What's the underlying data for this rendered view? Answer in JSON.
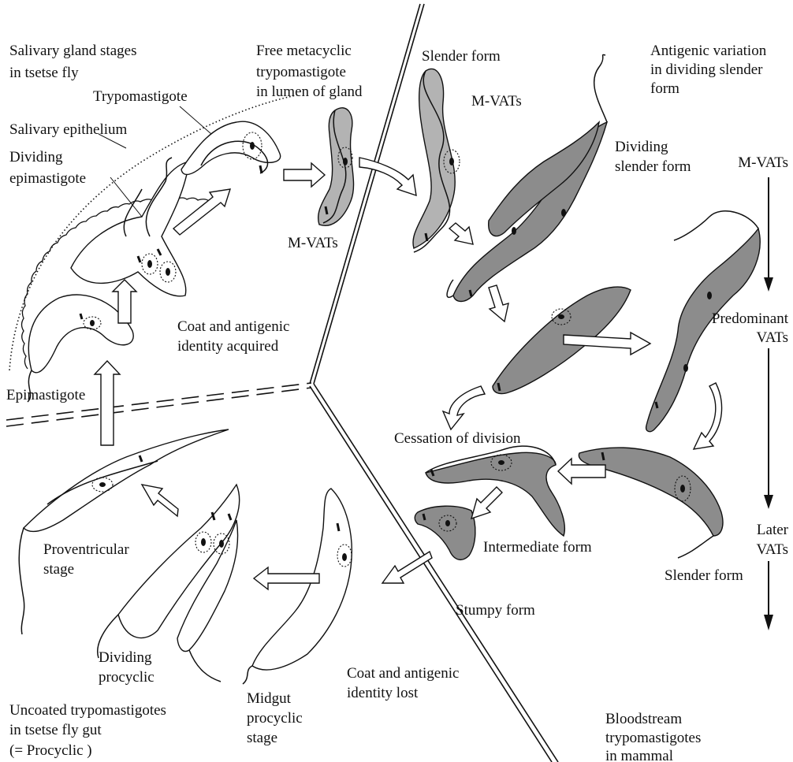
{
  "labels": {
    "salivary_stages": [
      "Salivary gland stages",
      "in tsetse fly"
    ],
    "trypomastigote": "Trypomastigote",
    "salivary_epithelium": "Salivary epithelium",
    "dividing_epimastigote": [
      "Dividing",
      "epimastigote"
    ],
    "free_metacyclic": [
      "Free metacyclic",
      "trypomastigote",
      "in lumen of gland"
    ],
    "m_vats_left": "M-VATs",
    "coat_acquired": [
      "Coat and antigenic",
      "identity acquired"
    ],
    "epimastigote": "Epimastigote",
    "proventricular": [
      "Proventricular",
      "stage"
    ],
    "dividing_procyclic": [
      "Dividing",
      "procyclic"
    ],
    "midgut_procyclic": [
      "Midgut",
      "procyclic",
      "stage"
    ],
    "coat_lost": [
      "Coat and antigenic",
      "identity lost"
    ],
    "uncoated": [
      "Uncoated trypomastigotes",
      "in tsetse fly gut",
      "(= Procyclic )"
    ],
    "slender_form_top": "Slender form",
    "m_vats_center": "M-VATs",
    "antigenic_variation": [
      "Antigenic variation",
      "in dividing slender",
      "form"
    ],
    "dividing_slender": [
      "Dividing",
      "slender form"
    ],
    "m_vats_axis": "M-VATs",
    "predominant": [
      "Predominant",
      "VATs"
    ],
    "later": [
      "Later",
      "VATs"
    ],
    "cessation": "Cessation of division",
    "intermediate": "Intermediate form",
    "slender_form_bottom": "Slender form",
    "stumpy": "Stumpy form",
    "bloodstream": [
      "Bloodstream",
      "trypomastigotes",
      "in mammal"
    ]
  },
  "colors": {
    "ink": "#111111",
    "stain_light": "#b3b3b3",
    "stain_dark": "#8c8c8c",
    "background": "#ffffff"
  }
}
